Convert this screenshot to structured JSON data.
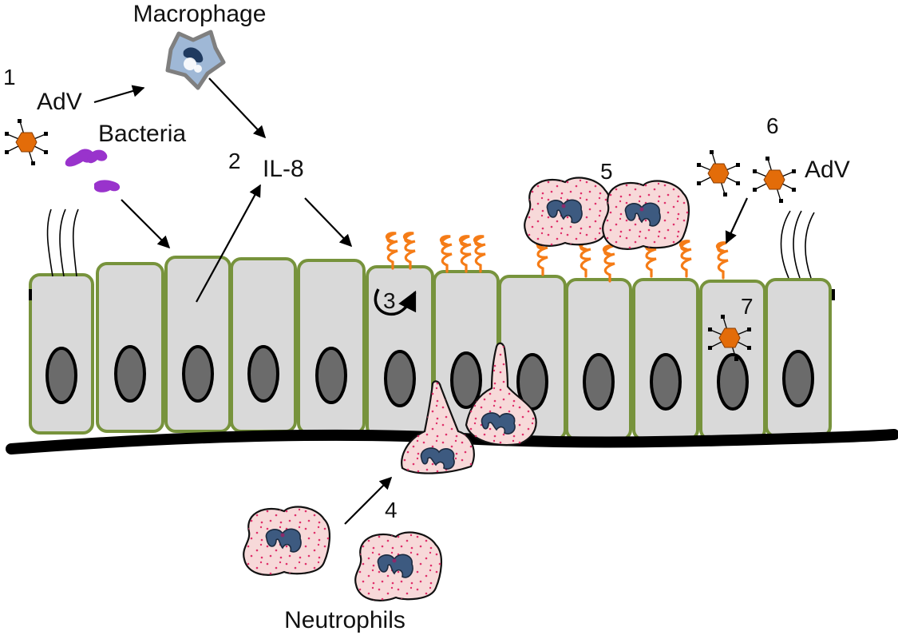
{
  "labels": {
    "macrophage": "Macrophage",
    "adv_left": "AdV",
    "adv_right": "AdV",
    "bacteria": "Bacteria",
    "il8": "IL-8",
    "neutrophils": "Neutrophils"
  },
  "steps": [
    "1",
    "2",
    "3",
    "4",
    "5",
    "6",
    "7"
  ],
  "colors": {
    "cell_fill": "#d9d9d9",
    "cell_border": "#77933c",
    "nucleus": "#6b6b6b",
    "virus": "#e36c09",
    "bacteria": "#9933cc",
    "receptor": "#f57c17",
    "neutrophil_fill": "#f7d9d9",
    "neutrophil_nucleus": "#3d5a80",
    "granule": "#e0306a",
    "macrophage_fill": "#9fb8d6",
    "macrophage_border": "#7f7f7f",
    "membrane": "#000000"
  },
  "icons": [
    "virus-icon",
    "bacteria-icon",
    "macrophage-icon",
    "neutrophil-icon",
    "cilia-icon",
    "receptor-icon"
  ]
}
